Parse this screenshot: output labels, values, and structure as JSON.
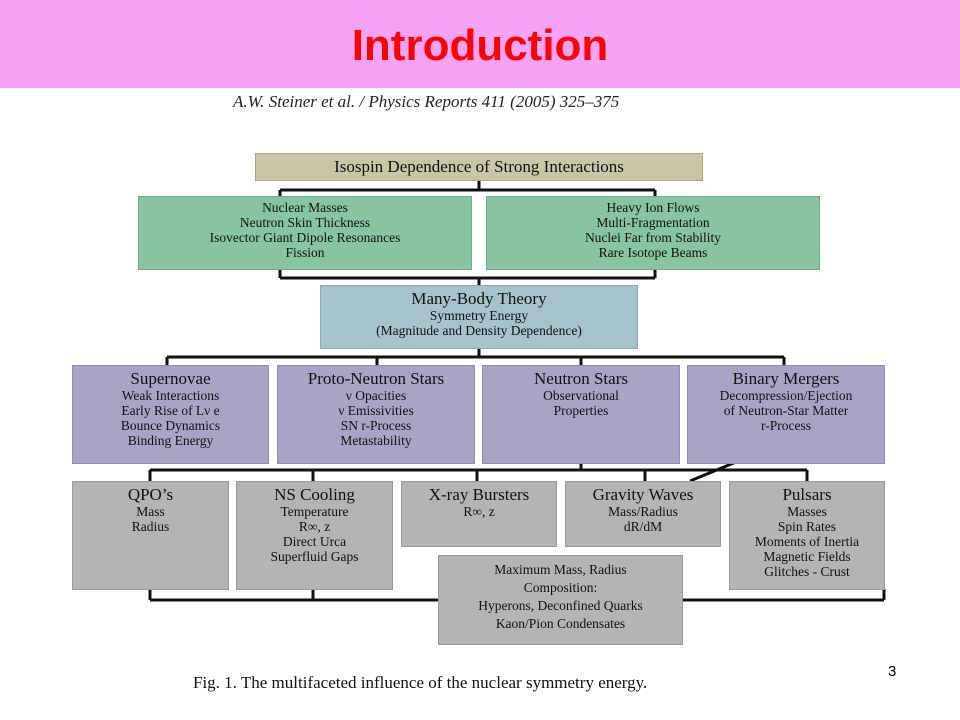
{
  "slide": {
    "title": "Introduction",
    "citation": "A.W. Steiner et al. / Physics Reports 411 (2005) 325–375",
    "caption": "Fig. 1. The multifaceted influence of the nuclear symmetry energy.",
    "page_number": "3"
  },
  "diagram": {
    "top": {
      "title": "Isospin Dependence of Strong Interactions"
    },
    "lab_left": {
      "lines": [
        "Nuclear Masses",
        "Neutron Skin Thickness",
        "Isovector Giant Dipole Resonances",
        "Fission"
      ]
    },
    "lab_right": {
      "lines": [
        "Heavy Ion Flows",
        "Multi-Fragmentation",
        "Nuclei Far from Stability",
        "Rare Isotope Beams"
      ]
    },
    "theory": {
      "title": "Many-Body Theory",
      "lines": [
        "Symmetry Energy",
        "(Magnitude and Density Dependence)"
      ]
    },
    "supernovae": {
      "title": "Supernovae",
      "lines": [
        "Weak Interactions",
        "Early Rise of Lν e",
        "Bounce Dynamics",
        "Binding Energy"
      ]
    },
    "proto_ns": {
      "title": "Proto-Neutron Stars",
      "lines": [
        "ν Opacities",
        "ν Emissivities",
        "SN r-Process",
        "Metastability"
      ]
    },
    "neutron_stars": {
      "title": "Neutron Stars",
      "lines": [
        "Observational",
        "Properties"
      ]
    },
    "binary": {
      "title": "Binary Mergers",
      "lines": [
        "Decompression/Ejection",
        "of Neutron-Star Matter",
        "r-Process"
      ]
    },
    "qpo": {
      "title": "QPO’s",
      "lines": [
        "Mass",
        "Radius"
      ]
    },
    "cooling": {
      "title": "NS Cooling",
      "lines": [
        "Temperature",
        "R∞, z",
        "Direct Urca",
        "Superfluid Gaps"
      ]
    },
    "xray": {
      "title": "X-ray Bursters",
      "lines": [
        "R∞, z"
      ]
    },
    "gravity": {
      "title": "Gravity Waves",
      "lines": [
        "Mass/Radius",
        "dR/dM"
      ]
    },
    "pulsars": {
      "title": "Pulsars",
      "lines": [
        "Masses",
        "Spin Rates",
        "Moments of Inertia",
        "Magnetic Fields",
        "Glitches - Crust"
      ]
    },
    "maxmass": {
      "lines": [
        "Maximum Mass, Radius",
        "Composition:",
        "Hyperons, Deconfined Quarks",
        "Kaon/Pion Condensates"
      ]
    }
  }
}
